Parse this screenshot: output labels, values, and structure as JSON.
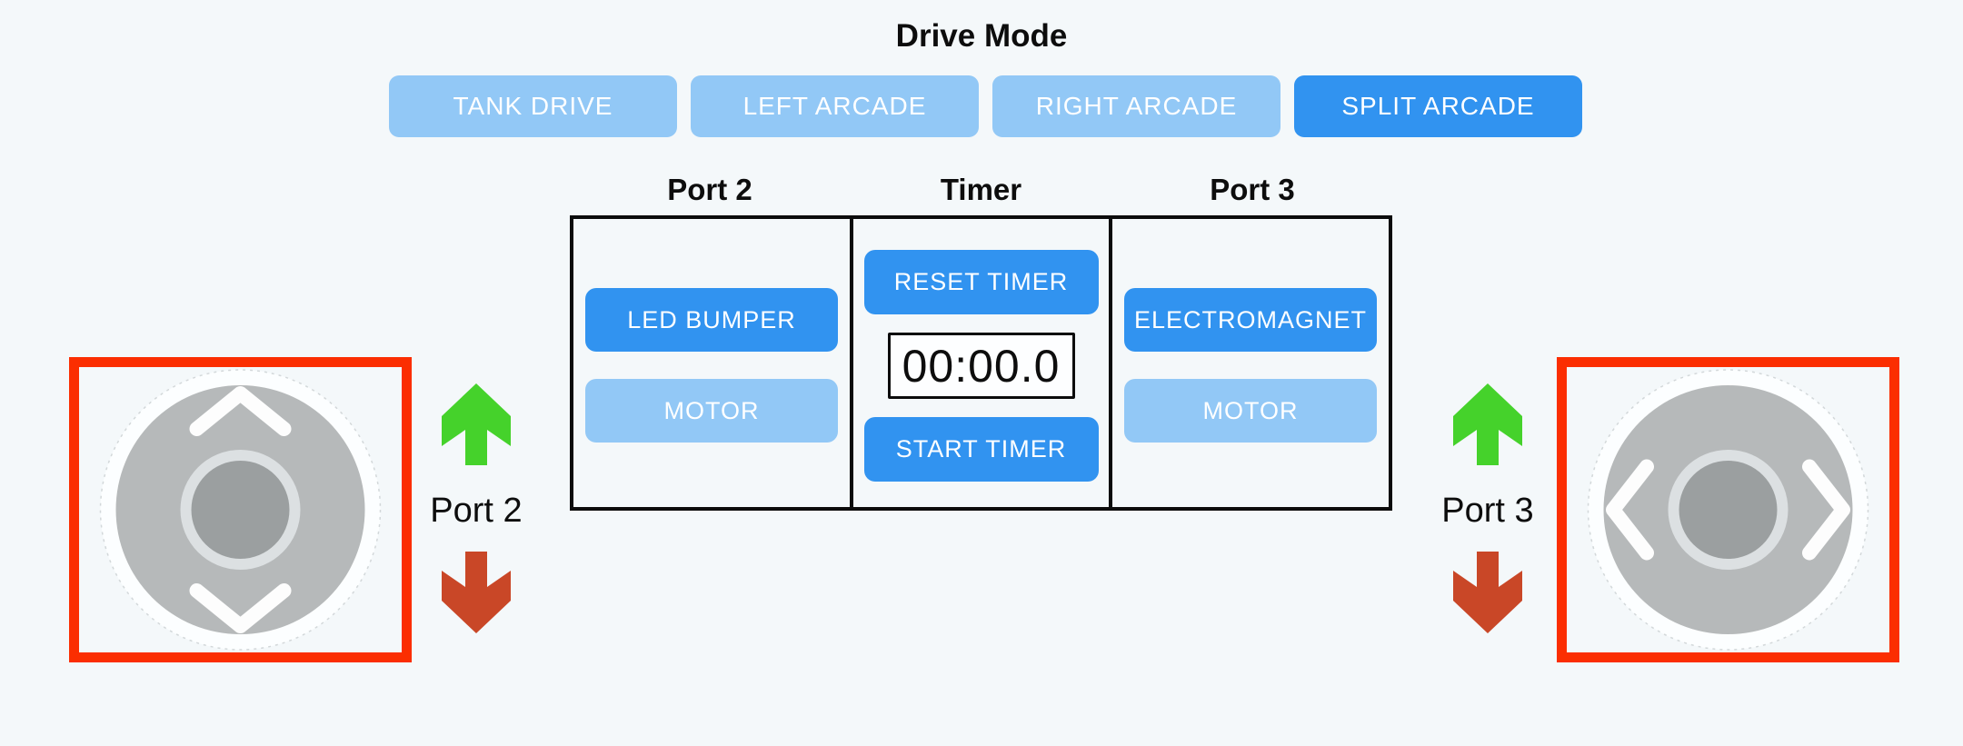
{
  "colors": {
    "background": "#f4f8fa",
    "active_blue": "#3193f0",
    "light_blue": "#92c8f6",
    "red_border": "#fb2e01",
    "green_arrow": "#45d22b",
    "red_arrow": "#c94727",
    "pad_gray": "#b6b9ba",
    "knob_gray": "#9b9fa0",
    "knob_ring": "#dce0e2"
  },
  "drive_mode": {
    "title": "Drive Mode",
    "buttons": [
      {
        "label": "TANK DRIVE",
        "active": false
      },
      {
        "label": "LEFT ARCADE",
        "active": false
      },
      {
        "label": "RIGHT ARCADE",
        "active": false
      },
      {
        "label": "SPLIT ARCADE",
        "active": true
      }
    ]
  },
  "control_panel": {
    "port2": {
      "header": "Port 2",
      "buttons": [
        {
          "label": "LED BUMPER",
          "active": true
        },
        {
          "label": "MOTOR",
          "active": false
        }
      ]
    },
    "timer": {
      "header": "Timer",
      "reset_button": "RESET TIMER",
      "display": "00:00.0",
      "start_button": "START TIMER"
    },
    "port3": {
      "header": "Port 3",
      "buttons": [
        {
          "label": "ELECTROMAGNET",
          "active": true
        },
        {
          "label": "MOTOR",
          "active": false
        }
      ]
    }
  },
  "joysticks": {
    "left": {
      "label": "Port 2",
      "axis": "vertical"
    },
    "right": {
      "label": "Port 3",
      "axis": "horizontal"
    }
  }
}
